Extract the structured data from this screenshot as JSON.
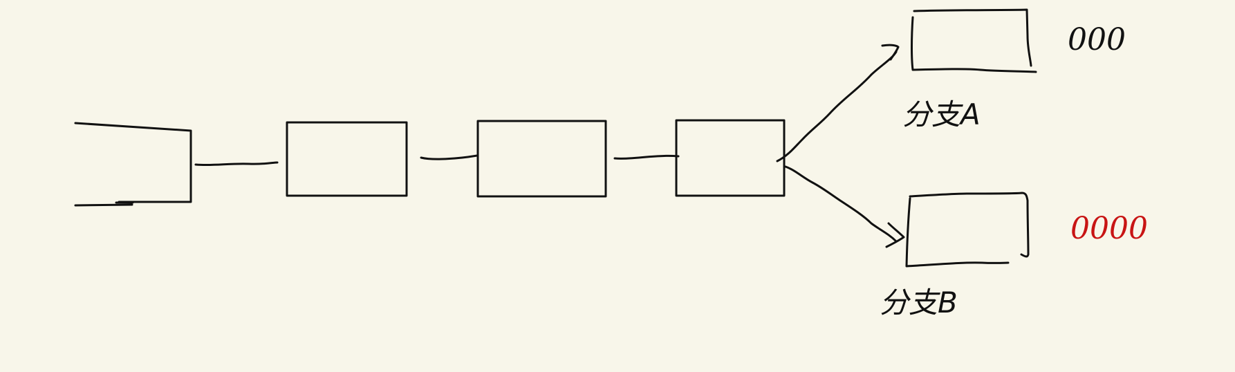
{
  "diagram": {
    "background": "#f8f6ea",
    "stroke_color": "#111111",
    "accent_color": "#c81414",
    "branch_a": {
      "label": "分支A",
      "annotation": "000"
    },
    "branch_b": {
      "label": "分支B",
      "annotation": "0000"
    }
  }
}
